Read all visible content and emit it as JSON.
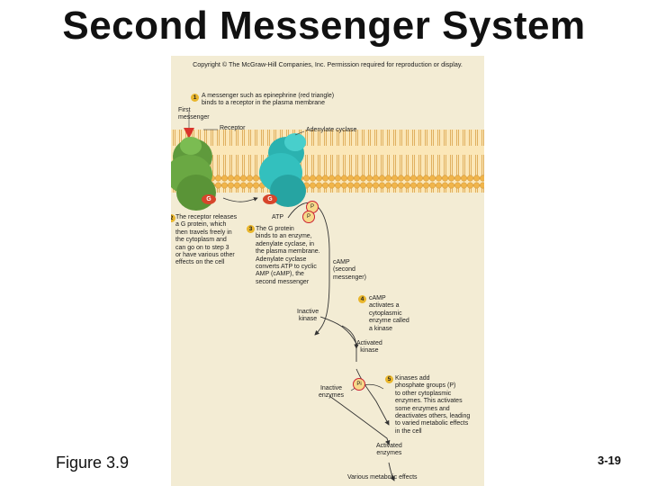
{
  "title": "Second Messenger System",
  "copyright": "Copyright © The McGraw-Hill Companies, Inc. Permission required for reproduction or display.",
  "step1": {
    "num": "1",
    "text": "A messenger such as epinephrine (red triangle)\nbinds to a receptor in the plasma membrane"
  },
  "first_messenger": "First\nmessenger",
  "receptor_label": "Receptor",
  "adenylate_label": "Adenylate cyclase",
  "g_label": "G",
  "p_label": "P",
  "atp_label": "ATP",
  "step2": {
    "num": "2",
    "text": "The receptor releases\na G protein, which\nthen travels freely in\nthe cytoplasm and\ncan go on to step 3\nor have various other\neffects on the cell"
  },
  "step3": {
    "num": "3",
    "text": "The G protein\nbinds to an enzyme,\nadenylate cyclase, in\nthe plasma membrane.\nAdenylate cyclase\nconverts ATP to cyclic\nAMP (cAMP), the\nsecond messenger"
  },
  "camp_label": "cAMP\n(second\nmessenger)",
  "step4": {
    "num": "4",
    "text": "cAMP\nactivates a\ncytoplasmic\nenzyme called\na kinase"
  },
  "inactive_kinase": "Inactive\nkinase",
  "activated_kinase": "Activated\nkinase",
  "inactive_enzymes": "Inactive\nenzymes",
  "pi_label": "Pi",
  "step5": {
    "num": "5",
    "text": "Kinases add\nphosphate groups (P)\nto other cytoplasmic\nenzymes. This activates\nsome enzymes and\ndeactivates others, leading\nto varied metabolic effects\nin the cell"
  },
  "activated_enzymes": "Activated\nenzymes",
  "metabolic_effects": "Various metabolic effects",
  "figure_label": "Figure 3.9",
  "page_number": "3-19",
  "colors": {
    "membrane": "#e8a640",
    "receptor": "#5f9a3c",
    "enzyme": "#2bb2b0",
    "g_protein": "#d7452b",
    "panel": "#f3ecd4"
  }
}
